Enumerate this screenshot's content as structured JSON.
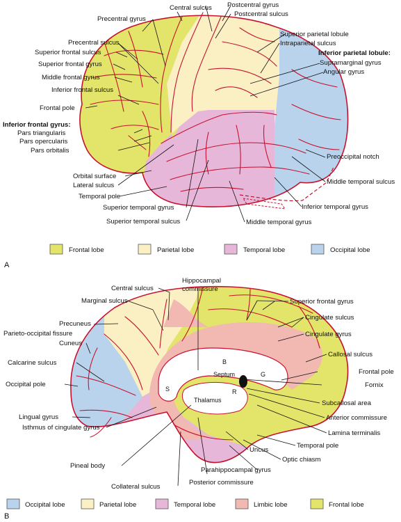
{
  "colors": {
    "frontal": "#e3e46a",
    "parietal": "#fbefc4",
    "temporal": "#e7b7d9",
    "occipital": "#b9d3ec",
    "limbic": "#f2b8b2",
    "outline": "#c8102e",
    "white": "#ffffff"
  },
  "panel_a": {
    "tag": "A",
    "labels": {
      "precentral_gyrus": "Precentral gyrus",
      "central_sulcus": "Central sulcus",
      "postcentral_gyrus": "Postcentral gyrus",
      "postcentral_sulcus": "Postcentral sulcus",
      "precentral_sulcus": "Precentral sulcus",
      "superior_frontal_sulcus": "Superior frontal sulcus",
      "superior_frontal_gyrus": "Superior frontal gyrus",
      "middle_frontal_gyrus": "Middle frontal gyrus",
      "inferior_frontal_sulcus": "Inferior frontal sulcus",
      "frontal_pole": "Frontal pole",
      "inferior_frontal_gyrus": "Inferior frontal gyrus:",
      "pars_triangularis": "Pars triangularis",
      "pars_opercularis": "Pars opercularis",
      "pars_orbitalis": "Pars orbitalis",
      "orbital_surface": "Orbital surface",
      "lateral_sulcus": "Lateral sulcus",
      "temporal_pole": "Temporal pole",
      "superior_temporal_gyrus": "Superior temporal gyrus",
      "superior_temporal_sulcus": "Superior temporal sulcus",
      "superior_parietal_lobule": "Superior parietal lobule",
      "intraparietal_sulcus": "Intraparietal sulcus",
      "inferior_parietal_lobule": "Inferior parietal lobule:",
      "supramarginal_gyrus": "Supramarginal gyrus",
      "angular_gyrus": "Angular gyrus",
      "preoccipital_notch": "Preoccipital notch",
      "middle_temporal_sulcus": "Middle temporal sulcus",
      "inferior_temporal_gyrus": "Inferior temporal gyrus",
      "middle_temporal_gyrus": "Middle temporal gyrus"
    },
    "legend": [
      {
        "label": "Frontal lobe",
        "color": "#e3e46a"
      },
      {
        "label": "Parietal lobe",
        "color": "#fbefc4"
      },
      {
        "label": "Temporal lobe",
        "color": "#e7b7d9"
      },
      {
        "label": "Occipital lobe",
        "color": "#b9d3ec"
      }
    ]
  },
  "panel_b": {
    "tag": "B",
    "labels": {
      "central_sulcus": "Central sulcus",
      "hippocampal_commissure": "Hippocampal commissure",
      "marginal_sulcus": "Marginal sulcus",
      "superior_frontal_gyrus": "Superior frontal gyrus",
      "precuneus": "Precuneus",
      "cingulate_sulcus": "Cingulate sulcus",
      "parieto_occipital_fissure": "Parieto-occipital fissure",
      "cingulate_gyrus": "Cingulate gyrus",
      "cuneus": "Cuneus",
      "callosal_sulcus": "Callosal sulcus",
      "frontal_pole": "Frontal pole",
      "calcarine_sulcus": "Calcarine sulcus",
      "fornix": "Fornix",
      "occipital_pole": "Occipital pole",
      "subcallosal_area": "Subcallosal area",
      "anterior_commissure": "Anterior commissure",
      "lingual_gyrus": "Lingual gyrus",
      "lamina_terminalis": "Lamina terminalis",
      "isthmus_cingulate": "Isthmus of cingulate gyrus",
      "temporal_pole": "Temporal pole",
      "uncus": "Uncus",
      "optic_chiasm": "Optic chiasm",
      "pineal_body": "Pineal body",
      "parahippocampal_gyrus": "Parahippocampal gyrus",
      "posterior_commissure": "Posterior commissure",
      "collateral_sulcus": "Collateral sulcus"
    },
    "inner_text": {
      "b": "B",
      "septum": "Septum",
      "g": "G",
      "s": "S",
      "r": "R",
      "thalamus": "Thalamus"
    },
    "legend": [
      {
        "label": "Occipital lobe",
        "color": "#b9d3ec"
      },
      {
        "label": "Parietal lobe",
        "color": "#fbefc4"
      },
      {
        "label": "Temporal lobe",
        "color": "#e7b7d9"
      },
      {
        "label": "Limbic lobe",
        "color": "#f2b8b2"
      },
      {
        "label": "Frontal lobe",
        "color": "#e3e46a"
      }
    ]
  }
}
